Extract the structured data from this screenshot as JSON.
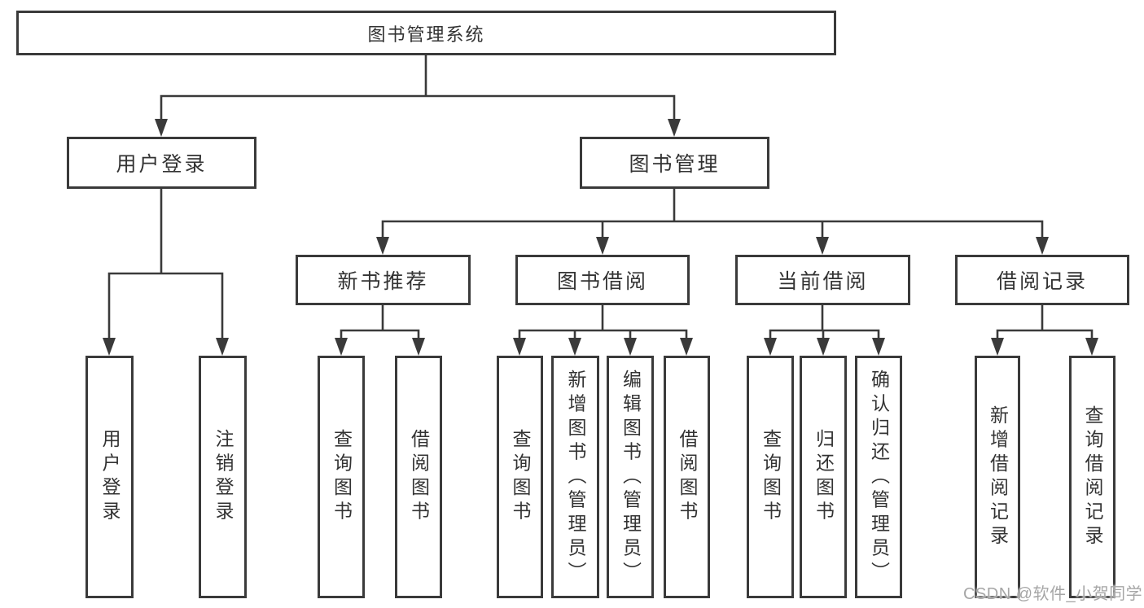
{
  "colors": {
    "line": "#3a3a3a",
    "text": "#333333",
    "watermark": "#a6a6a6",
    "background": "#ffffff"
  },
  "watermark": {
    "text": "CSDN @软件_小贺同学"
  },
  "tree": {
    "root": {
      "label": "图书管理系统"
    },
    "branches": [
      {
        "label": "用户登录",
        "children": [
          {
            "label": "用户登录"
          },
          {
            "label": "注销登录"
          }
        ]
      },
      {
        "label": "图书管理",
        "groups": [
          {
            "label": "新书推荐",
            "children": [
              {
                "label": "查询图书"
              },
              {
                "label": "借阅图书"
              }
            ]
          },
          {
            "label": "图书借阅",
            "children": [
              {
                "label": "查询图书"
              },
              {
                "label": "新增图书（管理员）"
              },
              {
                "label": "编辑图书（管理员）"
              },
              {
                "label": "借阅图书"
              }
            ]
          },
          {
            "label": "当前借阅",
            "children": [
              {
                "label": "查询图书"
              },
              {
                "label": "归还图书"
              },
              {
                "label": "确认归还（管理员）"
              }
            ]
          },
          {
            "label": "借阅记录",
            "children": [
              {
                "label": "新增借阅记录"
              },
              {
                "label": "查询借阅记录"
              }
            ]
          }
        ]
      }
    ]
  }
}
